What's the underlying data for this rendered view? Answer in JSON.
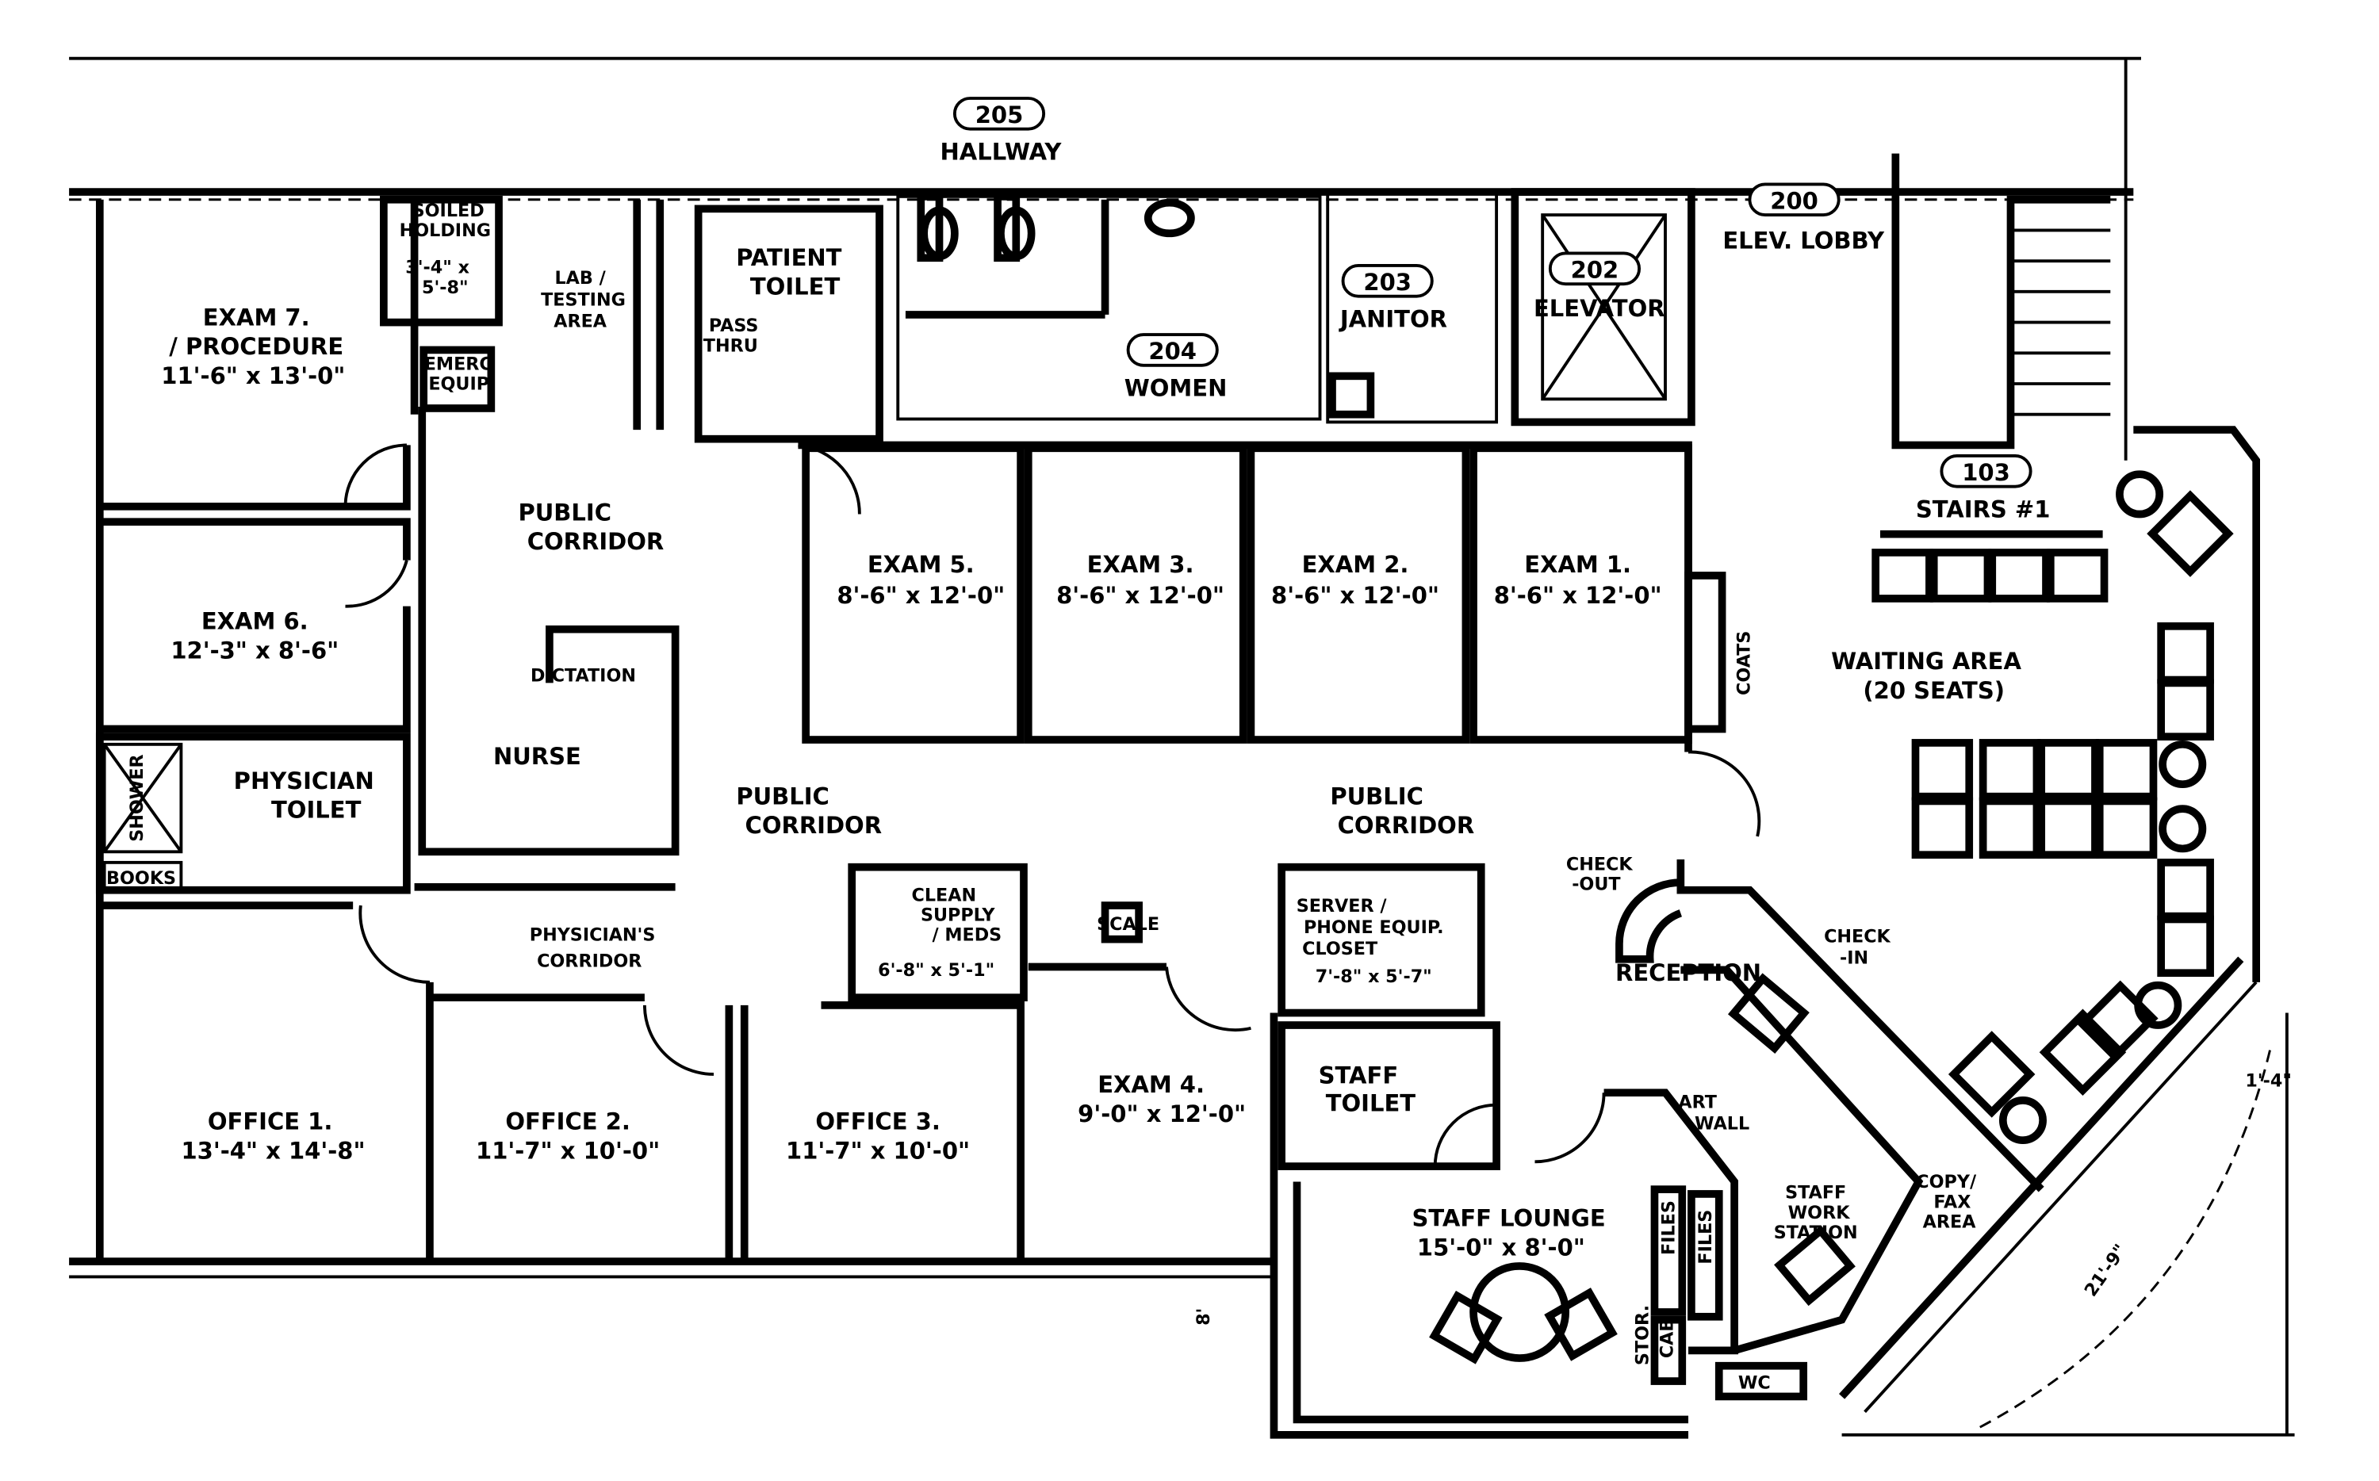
{
  "plan": {
    "hallway": {
      "number": "205",
      "name": "HALLWAY"
    },
    "elev_lobby": {
      "number": "200",
      "name": "ELEV. LOBBY"
    },
    "women": {
      "number": "204",
      "name": "WOMEN"
    },
    "janitor": {
      "number": "203",
      "name": "JANITOR"
    },
    "elevator": {
      "number": "202",
      "name": "ELEVATOR"
    },
    "stairs": {
      "number": "103",
      "name": "STAIRS #1"
    },
    "rooms": {
      "soiled_holding": [
        "SOILED",
        "HOLDING",
        "3'-4\" x",
        "5'-8\""
      ],
      "lab": [
        "LAB /",
        "TESTING",
        "AREA"
      ],
      "emerg_equip": [
        "EMERG",
        "EQUIP"
      ],
      "patient_toilet": [
        "PATIENT",
        "TOILET"
      ],
      "pass_thru": [
        "PASS",
        "THRU"
      ],
      "exam7": [
        "EXAM 7.",
        "/ PROCEDURE",
        "11'-6\" x 13'-0\""
      ],
      "exam6": [
        "EXAM 6.",
        "12'-3\" x 8'-6\""
      ],
      "public_corridor_1": [
        "PUBLIC",
        "CORRIDOR"
      ],
      "public_corridor_2": [
        "PUBLIC",
        "CORRIDOR"
      ],
      "public_corridor_3": [
        "PUBLIC",
        "CORRIDOR"
      ],
      "dictation": "DICTATION",
      "nurse": "NURSE",
      "exam5": [
        "EXAM 5.",
        "8'-6\" x 12'-0\""
      ],
      "exam3": [
        "EXAM 3.",
        "8'-6\" x 12'-0\""
      ],
      "exam2": [
        "EXAM 2.",
        "8'-6\" x 12'-0\""
      ],
      "exam1": [
        "EXAM 1.",
        "8'-6\" x 12'-0\""
      ],
      "coats": "COATS",
      "waiting": [
        "WAITING AREA",
        "(20 SEATS)"
      ],
      "physician_toilet": [
        "PHYSICIAN",
        "TOILET"
      ],
      "shower": "SHOWER",
      "books": "BOOKS",
      "physicians_corridor": [
        "PHYSICIAN'S",
        "CORRIDOR"
      ],
      "clean_supply": [
        "CLEAN",
        "SUPPLY",
        "/ MEDS",
        "6'-8\" x 5'-1\""
      ],
      "scale": "SCALE",
      "server": [
        "SERVER /",
        "PHONE EQUIP.",
        "CLOSET",
        "7'-8\" x 5'-7\""
      ],
      "check_out": [
        "CHECK",
        "-OUT"
      ],
      "check_in": [
        "CHECK",
        "-IN"
      ],
      "reception": "RECEPTION",
      "office1": [
        "OFFICE 1.",
        "13'-4\" x 14'-8\""
      ],
      "office2": [
        "OFFICE 2.",
        "11'-7\" x 10'-0\""
      ],
      "office3": [
        "OFFICE 3.",
        "11'-7\" x 10'-0\""
      ],
      "exam4": [
        "EXAM 4.",
        "9'-0\" x 12'-0\""
      ],
      "staff_toilet": [
        "STAFF",
        "TOILET"
      ],
      "art_wall": [
        "ART",
        "WALL"
      ],
      "staff_lounge": [
        "STAFF LOUNGE",
        "15'-0\" x 8'-0\""
      ],
      "files_1": "FILES",
      "files_2": "FILES",
      "stor_cab": [
        "STOR.",
        "CAB"
      ],
      "wc": "WC",
      "staff_work": [
        "STAFF",
        "WORK",
        "STATION"
      ],
      "copy_fax": [
        "COPY/",
        "FAX",
        "AREA"
      ]
    },
    "dimensions": {
      "diag": "21'-9\"",
      "small": "1'-4\"",
      "bottom": "8'"
    }
  }
}
